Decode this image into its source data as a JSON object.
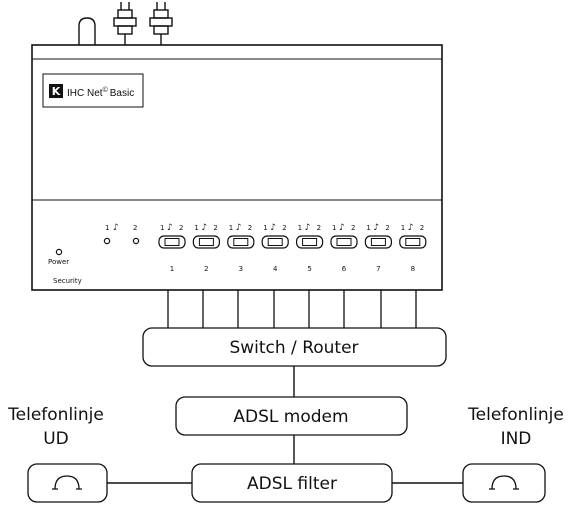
{
  "device": {
    "brand_letter": "K",
    "brand_text": "IHC Net",
    "brand_superscript": "©",
    "brand_suffix": "Basic",
    "power_label": "Power",
    "security_label": "Security",
    "security_led_numbers": [
      "1",
      "2"
    ],
    "channel_pair": [
      "1",
      "2"
    ],
    "port_numbers": [
      "1",
      "2",
      "3",
      "4",
      "5",
      "6",
      "7",
      "8"
    ]
  },
  "boxes": {
    "switch_router": "Switch / Router",
    "adsl_modem": "ADSL modem",
    "adsl_filter": "ADSL filter"
  },
  "phones": {
    "left_label_line1": "Telefonlinje",
    "left_label_line2": "UD",
    "right_label_line1": "Telefonlinje",
    "right_label_line2": "IND"
  },
  "icons": {
    "phone_handset": "phone-handset-icon",
    "led": "led-icon",
    "port": "port-switch-icon"
  }
}
